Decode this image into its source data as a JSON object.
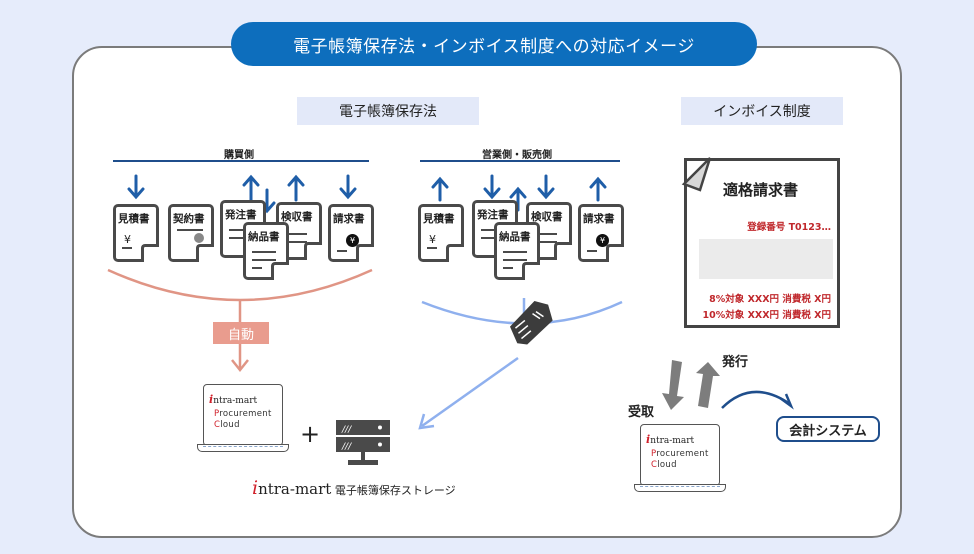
{
  "title": "電子帳簿保存法・インボイス制度への対応イメージ",
  "sections": {
    "ebook": "電子帳簿保存法",
    "invoice": "インボイス制度"
  },
  "purchase_side": {
    "label": "購買側",
    "documents": [
      {
        "label": "見積書",
        "arrow": "down",
        "mark": "¥"
      },
      {
        "label": "契約書",
        "arrow": "none",
        "mark": "seal"
      },
      {
        "label": "発注書",
        "arrow": "up"
      },
      {
        "label": "納品書",
        "arrow": "down"
      },
      {
        "label": "検収書",
        "arrow": "up"
      },
      {
        "label": "請求書",
        "arrow": "down",
        "mark": "¥"
      }
    ]
  },
  "sales_side": {
    "label": "営業側・販売側",
    "documents": [
      {
        "label": "見積書",
        "arrow": "up",
        "mark": "¥"
      },
      {
        "label": "発注書",
        "arrow": "down"
      },
      {
        "label": "納品書",
        "arrow": "up"
      },
      {
        "label": "検収書",
        "arrow": "down"
      },
      {
        "label": "請求書",
        "arrow": "up",
        "mark": "¥"
      }
    ]
  },
  "auto_label": "自動",
  "product": {
    "brand": "ntra-mart",
    "brand_initial": "i",
    "line1_initial": "P",
    "line1_rest": "rocurement",
    "line2_initial": "C",
    "line2_rest": "loud"
  },
  "plus": "+",
  "storage": {
    "brand": "ntra-mart",
    "brand_initial": "i",
    "name": "電子帳簿保存ストレージ"
  },
  "qualified_invoice": {
    "title": "適格請求書",
    "registration": "登録番号 T0123…",
    "tax_lines": [
      "8%対象  XXX円  消費税 X円",
      "10%対象 XXX円   消費税 X円"
    ]
  },
  "issue_label": "発行",
  "receive_label": "受取",
  "accounting_system": "会計システム",
  "colors": {
    "title_bg": "#0d6ebd",
    "section_bg": "#e3e9f9",
    "arrow_blue": "#1f5ea8",
    "auto_salmon": "#e99c8e",
    "flow_lightblue": "#8fb0ee",
    "accent_red": "#c0282c"
  }
}
